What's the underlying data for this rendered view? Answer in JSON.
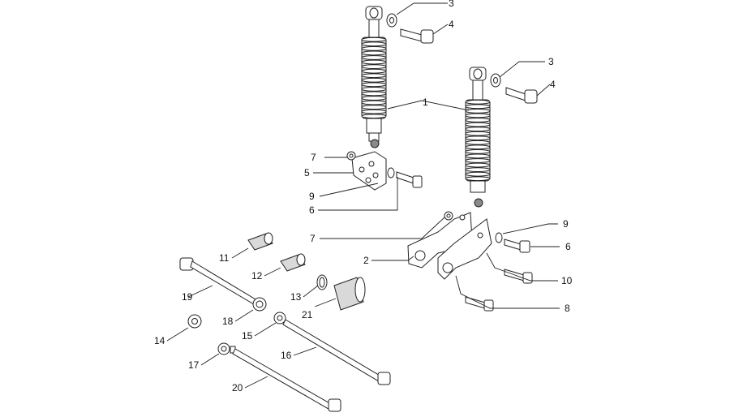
{
  "callouts": [
    {
      "id": "c3a",
      "text": "3"
    },
    {
      "id": "c4a",
      "text": "4"
    },
    {
      "id": "c3b",
      "text": "3"
    },
    {
      "id": "c4b",
      "text": "4"
    },
    {
      "id": "c1",
      "text": "1"
    },
    {
      "id": "c7a",
      "text": "7"
    },
    {
      "id": "c5",
      "text": "5"
    },
    {
      "id": "c9a",
      "text": "9"
    },
    {
      "id": "c6a",
      "text": "6"
    },
    {
      "id": "c7b",
      "text": "7"
    },
    {
      "id": "c9b",
      "text": "9"
    },
    {
      "id": "c6b",
      "text": "6"
    },
    {
      "id": "c2",
      "text": "2"
    },
    {
      "id": "c10",
      "text": "10"
    },
    {
      "id": "c8",
      "text": "8"
    },
    {
      "id": "c11",
      "text": "11"
    },
    {
      "id": "c12",
      "text": "12"
    },
    {
      "id": "c13",
      "text": "13"
    },
    {
      "id": "c19",
      "text": "19"
    },
    {
      "id": "c18",
      "text": "18"
    },
    {
      "id": "c21",
      "text": "21"
    },
    {
      "id": "c14",
      "text": "14"
    },
    {
      "id": "c15",
      "text": "15"
    },
    {
      "id": "c16",
      "text": "16"
    },
    {
      "id": "c17",
      "text": "17"
    },
    {
      "id": "c20",
      "text": "20"
    }
  ]
}
